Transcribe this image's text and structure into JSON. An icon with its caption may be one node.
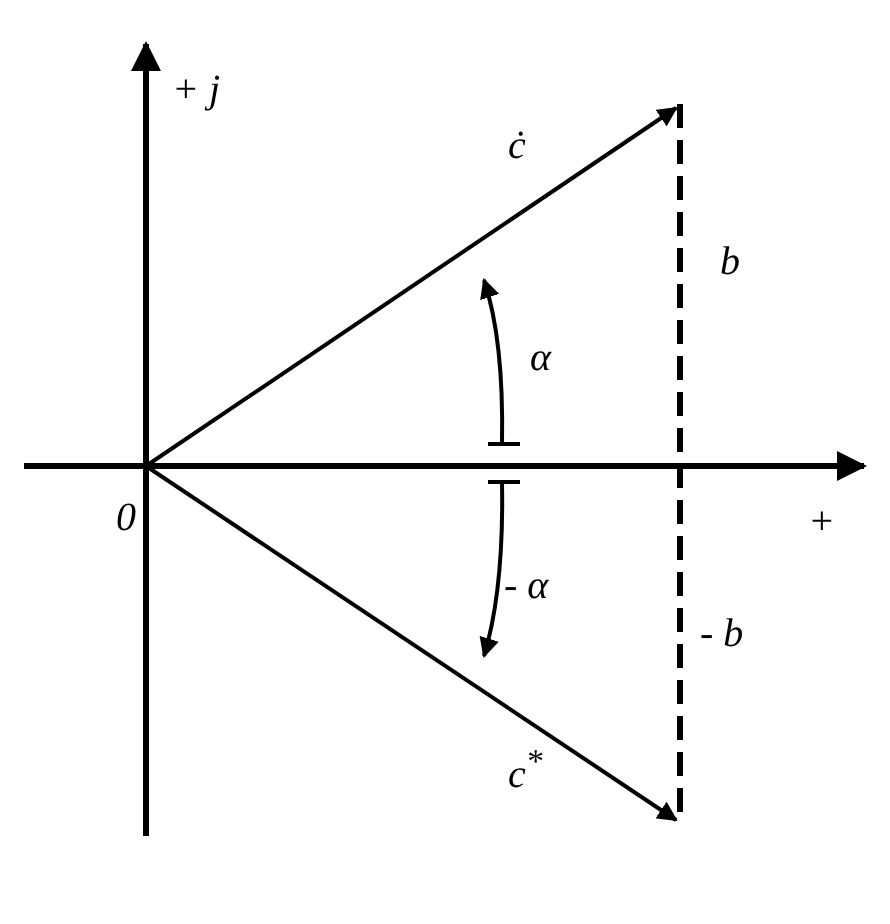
{
  "diagram": {
    "labels": [
      "+ j",
      "ċ",
      "b",
      "α",
      "0",
      "+",
      "- α",
      "- b",
      "c$^{*}$"
    ]
  }
}
